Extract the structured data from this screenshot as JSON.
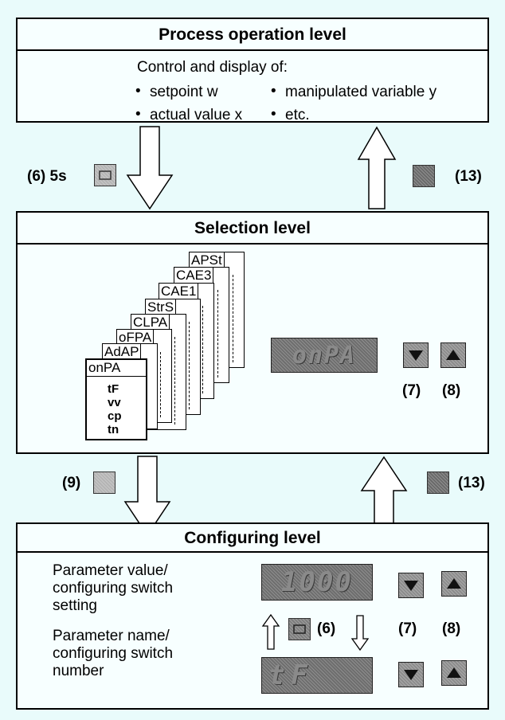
{
  "process": {
    "title": "Process operation level",
    "intro": "Control and display of:",
    "bullets": [
      "setpoint w",
      "manipulated variable y",
      "actual value x",
      "etc."
    ]
  },
  "transitions": {
    "to_selection_label": "(6) 5s",
    "back_to_process_label": "(13)",
    "to_config_label": "(9)",
    "back_to_selection_label": "(13)"
  },
  "selection": {
    "title": "Selection level",
    "cards": [
      "APSt",
      "CAE3",
      "CAE1",
      "StrS",
      "CLPA",
      "oFPA",
      "AdAP"
    ],
    "front_card": {
      "title": "onPA",
      "items": [
        "tF",
        "vv",
        "cp",
        "tn"
      ]
    },
    "display": "onPA",
    "down_label": "(7)",
    "up_label": "(8)"
  },
  "configuring": {
    "title": "Configuring level",
    "value_label": "Parameter value/ configuring switch setting",
    "value_label_lines": [
      "Parameter value/",
      "configuring switch",
      "setting"
    ],
    "name_label_lines": [
      "Parameter name/",
      "configuring switch",
      "number"
    ],
    "value_display": "1000",
    "name_display": "tF",
    "switch_key_label": "(6)",
    "down_label": "(7)",
    "up_label": "(8)"
  },
  "colors": {
    "background": "#e9fbfb",
    "panel": "#f7ffff",
    "key": "#8c8c8c"
  }
}
